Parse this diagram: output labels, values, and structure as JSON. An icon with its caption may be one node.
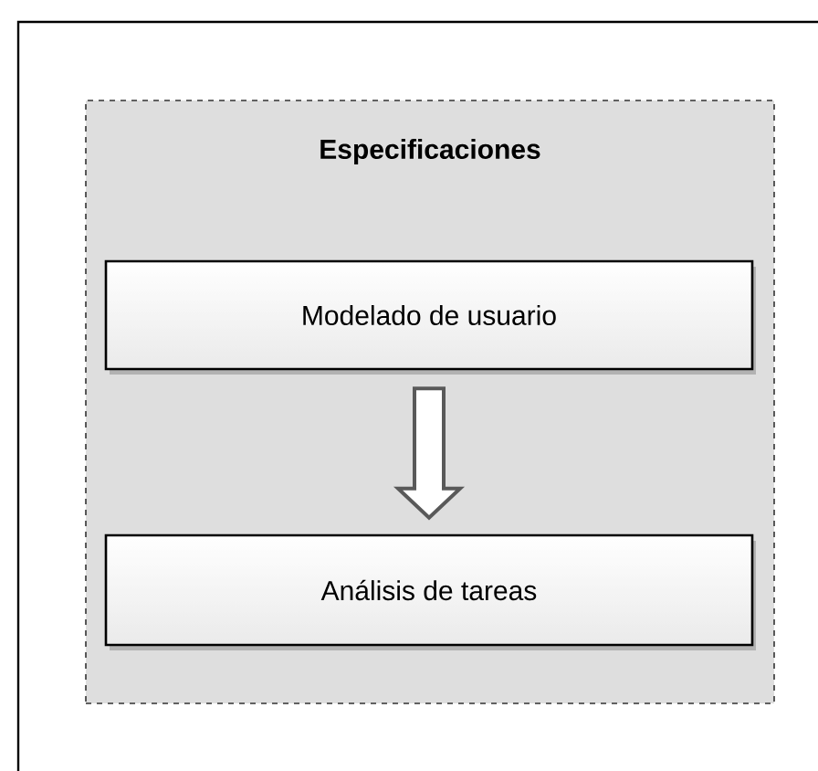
{
  "diagram": {
    "nodes": [
      {
        "text": [
          "Especificaciones"
        ]
      },
      {
        "text": [
          "Modelado de usuario"
        ],
        "in": 0
      },
      {
        "text": [
          "Análisis de tareas"
        ],
        "in": 0
      }
    ],
    "edges": [
      {
        "from": 1,
        "to": 2,
        "arrow": "to"
      }
    ]
  }
}
